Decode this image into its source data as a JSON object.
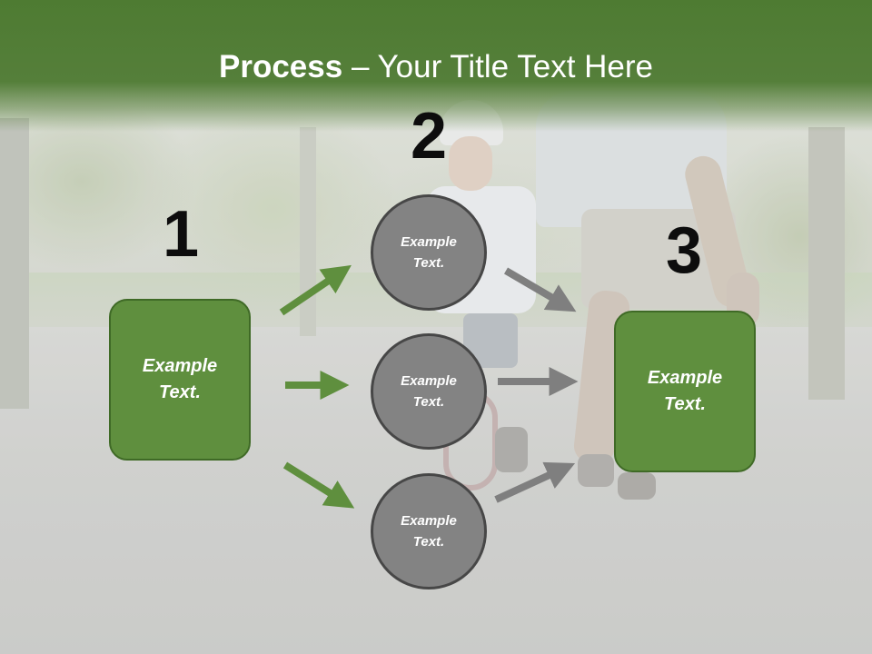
{
  "slide": {
    "title_bold": "Process",
    "title_rest": " – Your Title Text Here"
  },
  "steps": {
    "one": "1",
    "two": "2",
    "three": "3"
  },
  "nodes": {
    "left_box": [
      "Example",
      "Text."
    ],
    "circle_top": [
      "Example",
      "Text."
    ],
    "circle_middle": [
      "Example",
      "Text."
    ],
    "circle_bottom": [
      "Example",
      "Text."
    ],
    "right_box": [
      "Example",
      "Text."
    ]
  },
  "colors": {
    "header_green": "#4e7b32",
    "box_green": "#5f8f3e",
    "circle_gray": "#838383",
    "arrow_green": "#5f8f3e",
    "arrow_gray": "#7f7f7f"
  }
}
